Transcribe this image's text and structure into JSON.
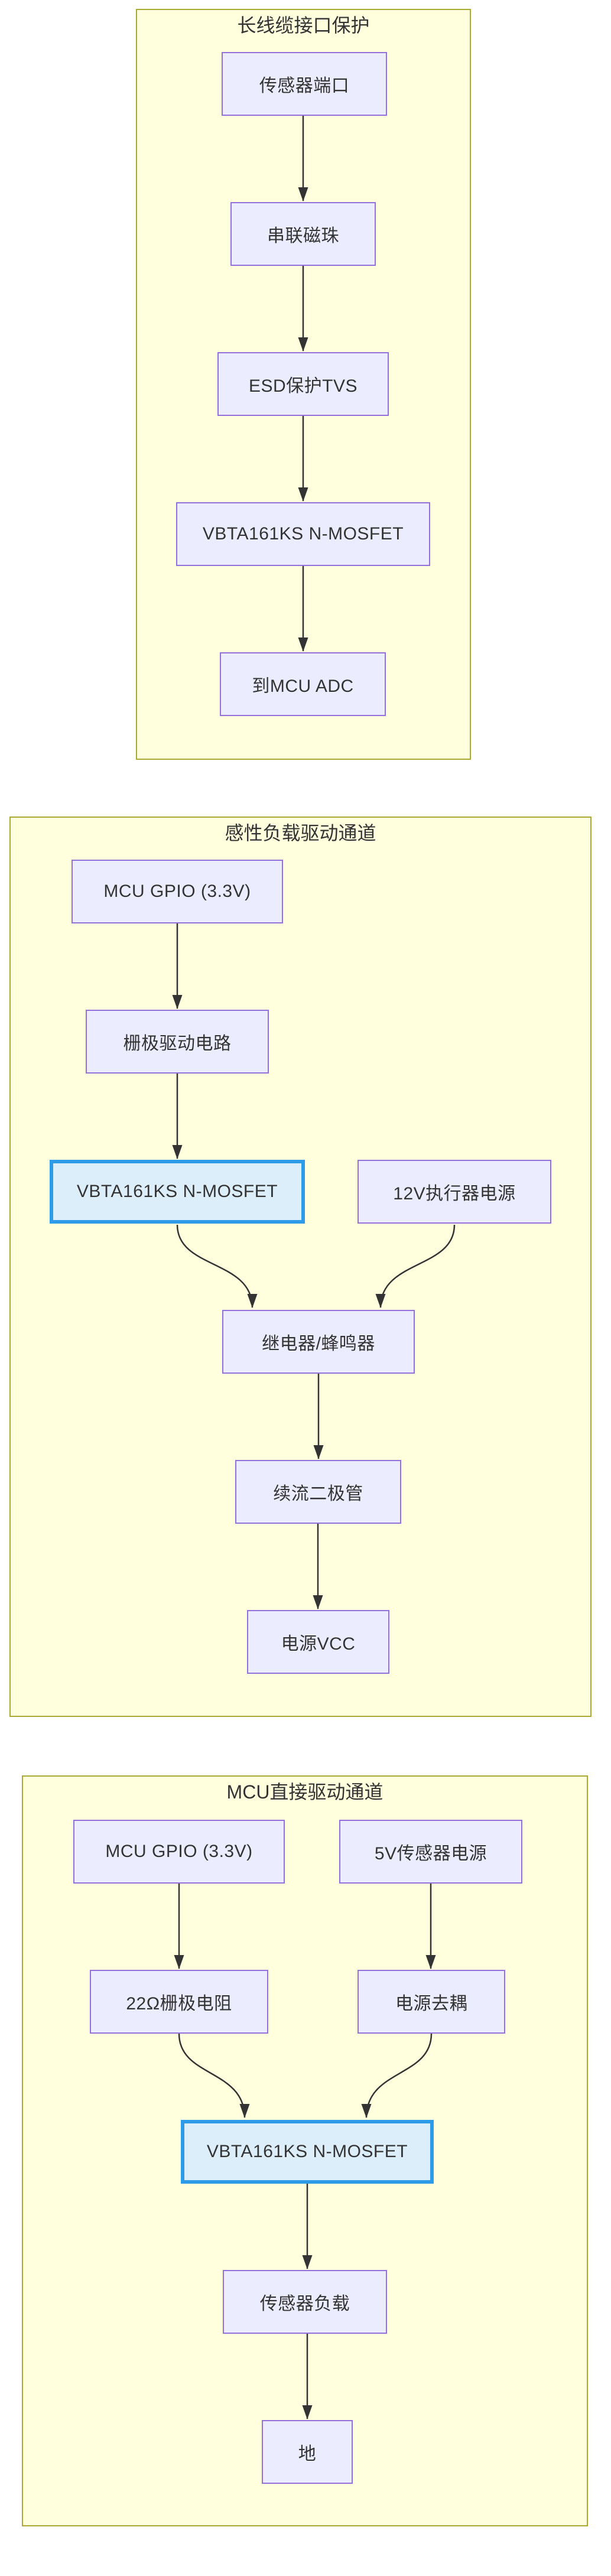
{
  "diagram": {
    "type": "flowchart",
    "direction": "top-down"
  },
  "colors": {
    "container_fill": "#ffffde",
    "container_border": "#aaaa33",
    "node_fill": "#ececff",
    "node_border": "#9370db",
    "highlight_fill": "#ddeefb",
    "highlight_border": "#2e9be8",
    "edge": "#333333",
    "text": "#333333"
  },
  "sections": [
    {
      "title": "长线缆接口保护",
      "nodes": [
        {
          "label": "传感器端口"
        },
        {
          "label": "串联磁珠"
        },
        {
          "label": "ESD保护TVS"
        },
        {
          "label": "VBTA161KS N-MOSFET"
        },
        {
          "label": "到MCU ADC"
        }
      ]
    },
    {
      "title": "感性负载驱动通道",
      "nodes": [
        {
          "label": "MCU GPIO (3.3V)"
        },
        {
          "label": "栅极驱动电路"
        },
        {
          "label": "VBTA161KS N-MOSFET"
        },
        {
          "label": "12V执行器电源"
        },
        {
          "label": "继电器/蜂鸣器"
        },
        {
          "label": "续流二极管"
        },
        {
          "label": "电源VCC"
        }
      ]
    },
    {
      "title": "MCU直接驱动通道",
      "nodes": [
        {
          "label": "MCU GPIO (3.3V)"
        },
        {
          "label": "5V传感器电源"
        },
        {
          "label": "22Ω栅极电阻"
        },
        {
          "label": "电源去耦"
        },
        {
          "label": "VBTA161KS N-MOSFET"
        },
        {
          "label": "传感器负载"
        },
        {
          "label": "地"
        }
      ]
    }
  ]
}
